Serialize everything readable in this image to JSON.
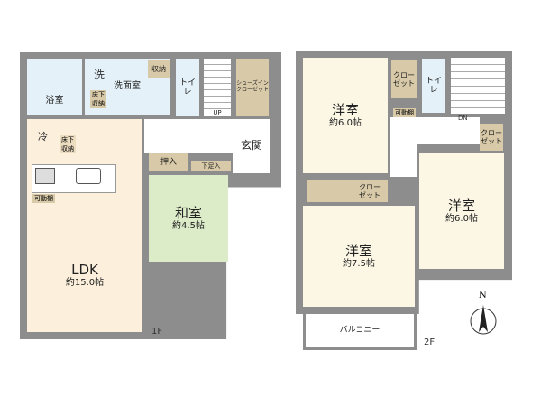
{
  "floor1": {
    "label": "1F",
    "rooms": {
      "bath": "浴室",
      "wash": "洗",
      "washroom": "洗面室",
      "storage": "収納",
      "toilet": "トイレ",
      "up": "UP",
      "shoe_closet": "シューズイン\nクローゼット",
      "entrance": "玄関",
      "fridge": "冷",
      "underfloor": "床下\n収納",
      "underfloor2": "床下\n収納",
      "shelf": "可動棚",
      "oshiire": "押入",
      "shoe_box": "下足入",
      "washitsu": "和室",
      "washitsu_size": "約4.5帖",
      "ldk": "LDK",
      "ldk_size": "約15.0帖"
    }
  },
  "floor2": {
    "label": "2F",
    "rooms": {
      "western1": "洋室",
      "western1_size": "約6.0帖",
      "closet1": "クロー\nゼット",
      "shelf": "可動棚",
      "toilet": "トイレ",
      "dn": "DN",
      "closet2": "クロー\nゼット",
      "western2": "洋室",
      "western2_size": "約6.0帖",
      "closet3": "クロー\nゼット",
      "western3": "洋室",
      "western3_size": "約7.5帖",
      "balcony": "バルコニー"
    }
  },
  "compass": {
    "label": "N"
  },
  "colors": {
    "wall": "#8d8d8d",
    "ldk": "#fcefdc",
    "wet": "#e4f1f9",
    "washitsu": "#dcebc8",
    "closet": "#d8caa8",
    "western": "#fcf7e5"
  }
}
